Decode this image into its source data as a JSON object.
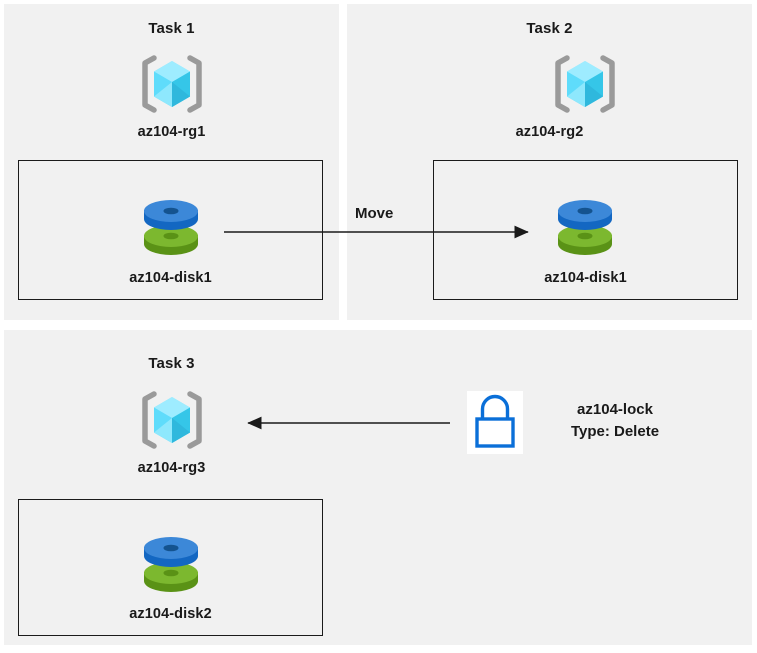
{
  "diagram": {
    "background_color": "#ffffff",
    "panel_color": "#f1f1f1",
    "box_border_color": "#1b1b1b",
    "text_color": "#1a1a1a"
  },
  "panels": [
    {
      "id": "task1",
      "title": "Task 1",
      "resource_group": {
        "name": "az104-rg1",
        "icon": "azure-resource-group-icon"
      },
      "resource": {
        "name": "az104-disk1",
        "icon": "azure-managed-disk-icon"
      }
    },
    {
      "id": "task2",
      "title": "Task 2",
      "resource_group": {
        "name": "az104-rg2",
        "icon": "azure-resource-group-icon"
      },
      "resource": {
        "name": "az104-disk1",
        "icon": "azure-managed-disk-icon"
      }
    },
    {
      "id": "task3",
      "title": "Task 3",
      "resource_group": {
        "name": "az104-rg3",
        "icon": "azure-resource-group-icon"
      },
      "resource": {
        "name": "az104-disk2",
        "icon": "azure-managed-disk-icon"
      },
      "lock": {
        "icon": "lock-icon",
        "name": "az104-lock",
        "type_label": "Type: Delete"
      }
    }
  ],
  "arrows": [
    {
      "id": "move-arrow",
      "label": "Move",
      "direction": "right",
      "from": "az104-disk1 in az104-rg1",
      "to": "az104-disk1 in az104-rg2"
    },
    {
      "id": "lock-arrow",
      "label": "",
      "direction": "left",
      "from": "az104-lock",
      "to": "az104-rg3"
    }
  ],
  "colors": {
    "cube_light": "#7fe4ff",
    "cube_mid": "#35d0f5",
    "cube_dark": "#2aa8c9",
    "cube_face_pale": "#b8f1ff",
    "bracket_gray": "#9a9a9a",
    "disk_blue_top": "#3c88d8",
    "disk_blue_side": "#1367c2",
    "disk_green_top": "#7cb82f",
    "disk_green_side": "#5a9216",
    "lock_blue": "#0a6fd8",
    "lock_pink_edge": "#e8a0c8"
  }
}
